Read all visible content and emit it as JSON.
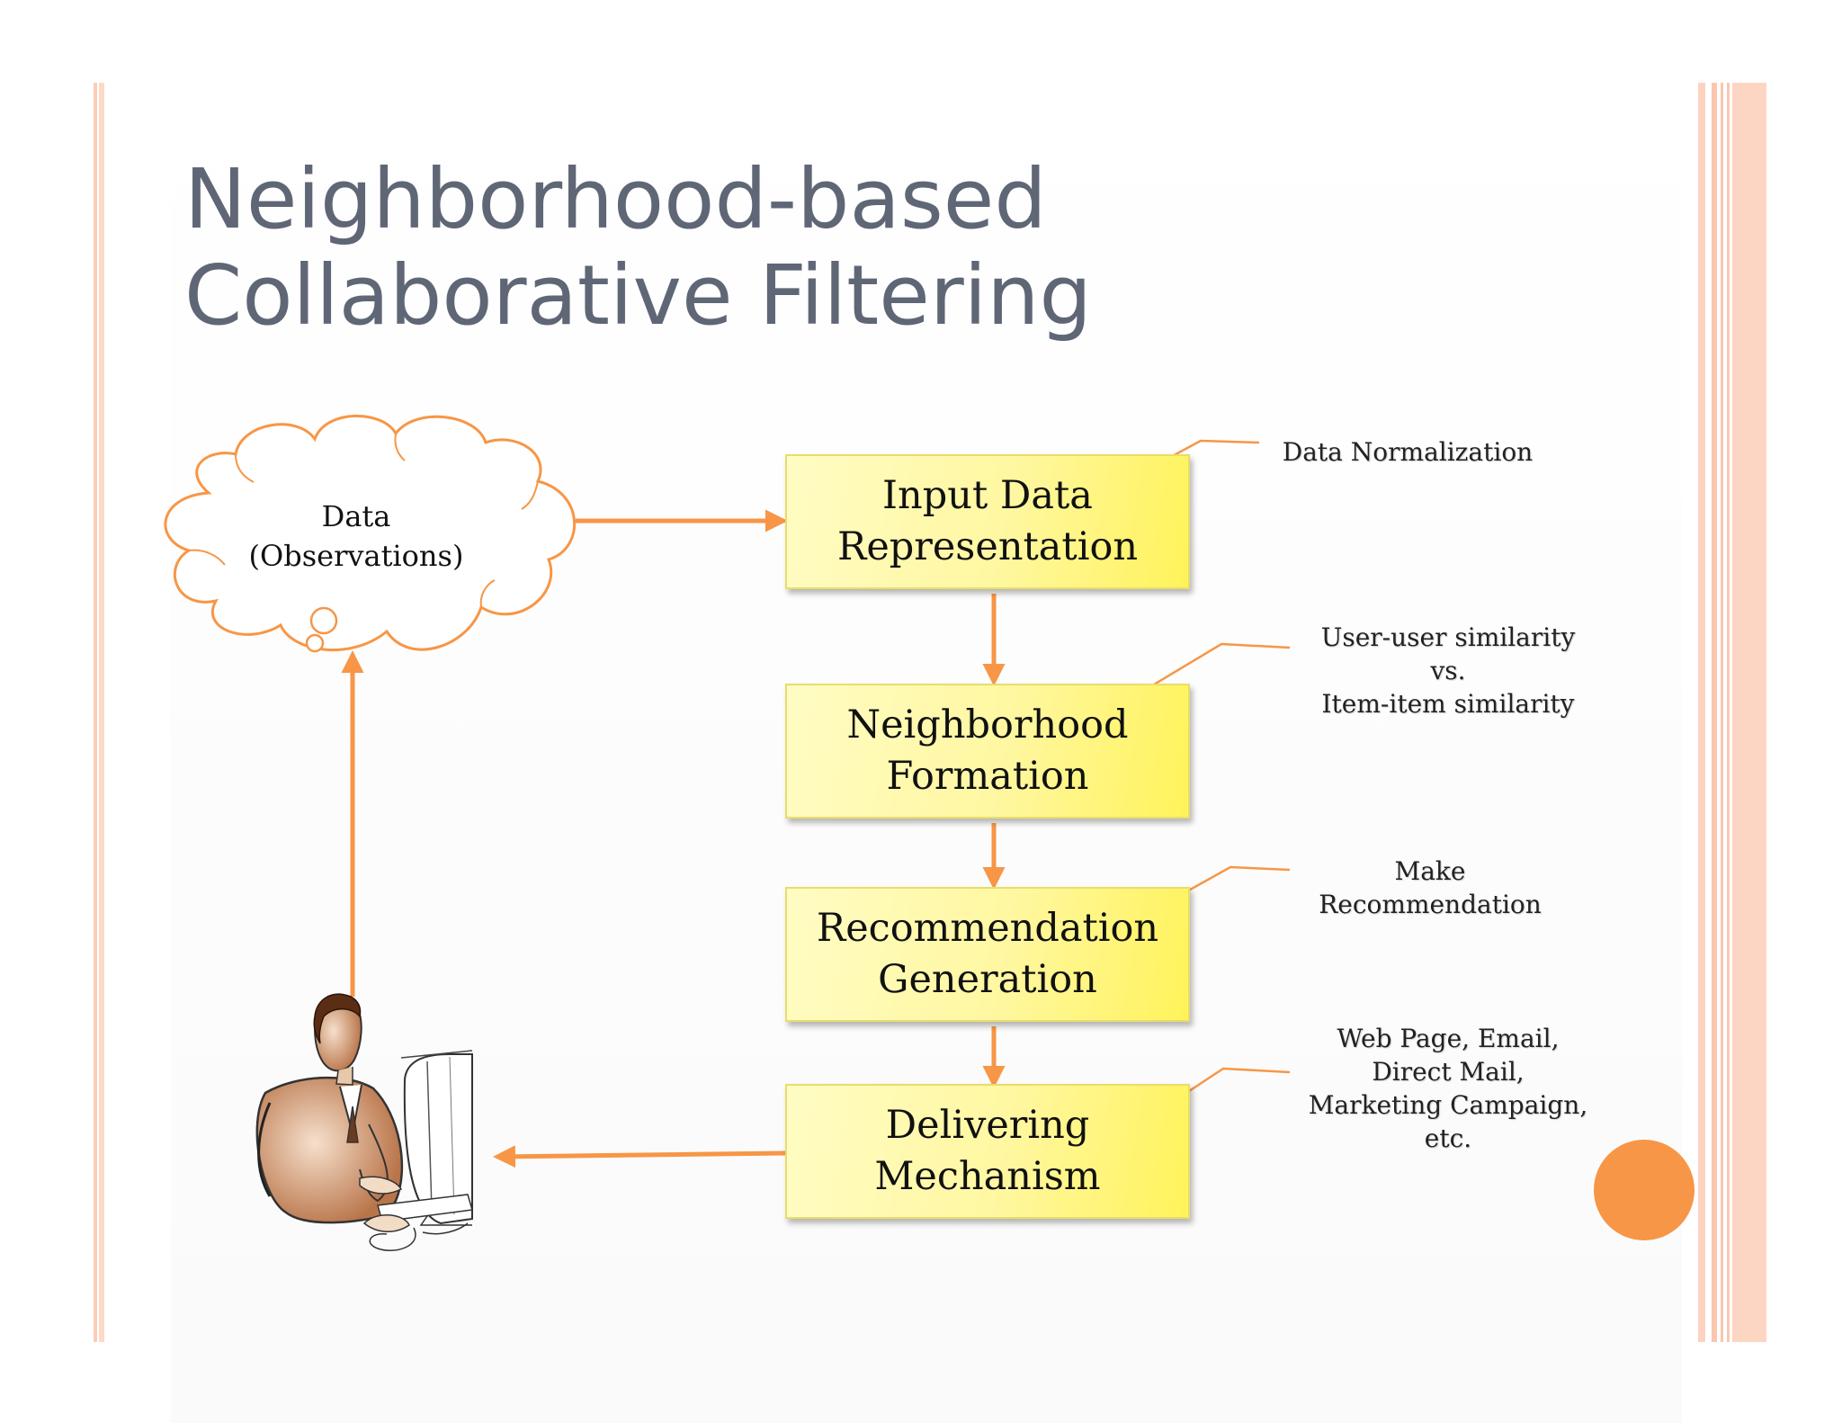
{
  "slide": {
    "title_line1": "Neighborhood-based",
    "title_line2": "Collaborative Filtering"
  },
  "cloud": {
    "line1": "Data",
    "line2": "(Observations)"
  },
  "boxes": [
    {
      "line1": "Input Data",
      "line2": "Representation"
    },
    {
      "line1": "Neighborhood",
      "line2": "Formation"
    },
    {
      "line1": "Recommendation",
      "line2": "Generation"
    },
    {
      "line1": "Delivering",
      "line2": "Mechanism"
    }
  ],
  "annotations": [
    {
      "lines": [
        "Data Normalization"
      ]
    },
    {
      "lines": [
        "User-user similarity",
        "vs.",
        "Item-item similarity"
      ]
    },
    {
      "lines": [
        "Make",
        "Recommendation"
      ]
    },
    {
      "lines": [
        "Web Page, Email,",
        "Direct Mail,",
        "Marketing Campaign,",
        "etc."
      ]
    }
  ],
  "icons": {
    "user": "person-at-computer-icon",
    "corner": "orange-circle"
  },
  "colors": {
    "accent": "#f79646",
    "border_stripes": "#fbcdb7",
    "title": "#5f6776",
    "box_fill": "#fff7a0"
  }
}
